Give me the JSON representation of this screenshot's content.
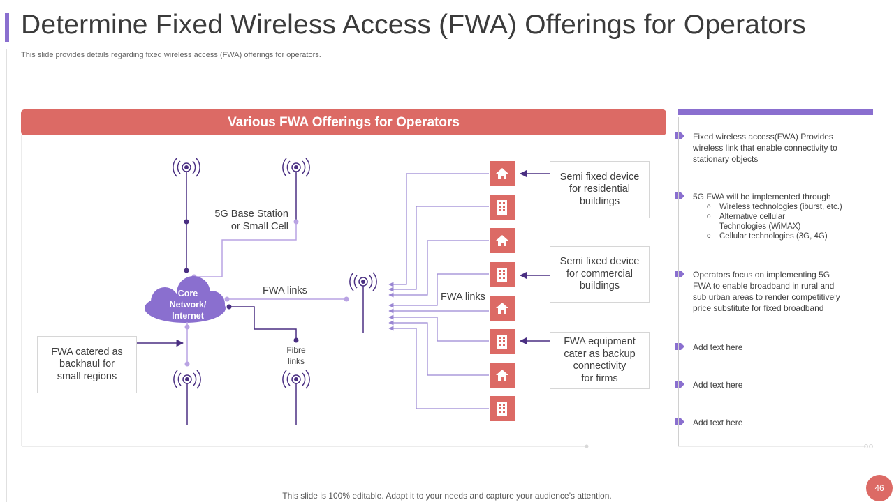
{
  "slide": {
    "title": "Determine Fixed Wireless Access (FWA) Offerings for Operators",
    "subtitle": "This slide provides details regarding fixed wireless access (FWA) offerings for operators.",
    "footer": "This slide is 100% editable. Adapt it to your needs and capture your audience’s attention.",
    "page_number": "46"
  },
  "diagram": {
    "banner": "Various FWA Offerings for Operators",
    "base_station_label_1": "5G Base Station",
    "base_station_label_2": "or Small Cell",
    "fwa_links_left": "FWA links",
    "fwa_links_right": "FWA links",
    "fibre_links_1": "Fibre",
    "fibre_links_2": "links",
    "cloud_1": "Core",
    "cloud_2": "Network/",
    "cloud_3": "Internet",
    "backhaul_box": [
      "FWA catered as",
      "backhaul for",
      "small regions"
    ],
    "residential_box": [
      "Semi fixed device",
      "for residential",
      "buildings"
    ],
    "commercial_box": [
      "Semi fixed device",
      "for commercial",
      "buildings"
    ],
    "firms_box": [
      "FWA equipment",
      "cater as backup",
      "connectivity",
      "for firms"
    ],
    "building_icons": [
      "home-icon",
      "office-building-icon",
      "home-icon",
      "office-building-icon",
      "home-icon",
      "office-building-icon",
      "home-icon",
      "office-building-icon"
    ]
  },
  "right_panel": {
    "item1": [
      "Fixed wireless access(FWA) Provides",
      "wireless link that enable connectivity to",
      "stationary objects"
    ],
    "item2_title": "5G FWA will be implemented through",
    "item2_subitems": [
      "Wireless technologies (iburst, etc.)",
      "Alternative cellular",
      "Technologies (WiMAX)",
      "Cellular technologies (3G, 4G)"
    ],
    "item3": [
      "Operators focus on implementing 5G",
      "FWA to enable broadband  in rural and",
      "sub urban areas to render competitively",
      "price substitute for fixed broadband"
    ],
    "item4": "Add text here",
    "item5": "Add text here",
    "item6": "Add text here"
  },
  "colors": {
    "accent_purple": "#8a6fcf",
    "dark_purple": "#4a2f82",
    "light_purple": "#b9a3e3",
    "coral": "#dc6a65"
  }
}
